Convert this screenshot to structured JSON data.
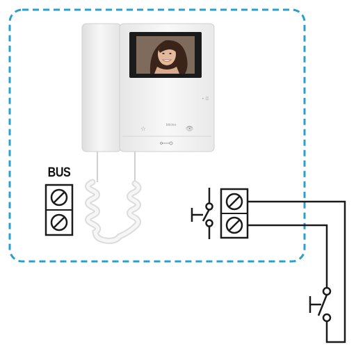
{
  "terminal_label": "BUS",
  "device_brand": "bticino",
  "colors": {
    "boundary": "#2aa0c9",
    "wire": "#1a1a1a",
    "device_body": "#f3f3f3",
    "screen_frame": "#1b1b1b"
  },
  "icons": {
    "star": "star-icon",
    "eye": "eye-icon",
    "key": "key-icon",
    "screw": "screw-icon",
    "push_button": "push-button-symbol"
  }
}
